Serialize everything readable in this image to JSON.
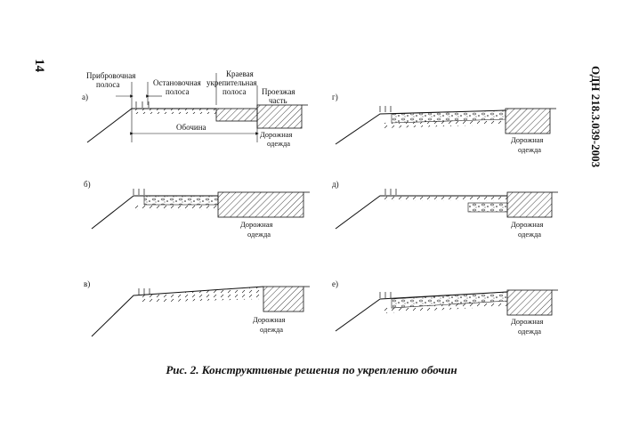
{
  "page_number": "14",
  "document_code": "ОДН 218.3.039-2003",
  "caption": "Рис. 2. Конструктивные решения по укреплению обочин",
  "top_labels": {
    "approach_strip": [
      "Прибровочная",
      "полоса"
    ],
    "stopping_lane": [
      "Остановочная",
      "полоса"
    ],
    "edge_strip": [
      "Краевая",
      "укрепительная",
      "полоса"
    ],
    "carriageway": [
      "Проезжая",
      "часть"
    ],
    "shoulder": "Обочина"
  },
  "road_pavement_label": [
    "Дорожная",
    "одежда"
  ],
  "panels": [
    {
      "id": "a",
      "label": "а)"
    },
    {
      "id": "b",
      "label": "б)"
    },
    {
      "id": "v",
      "label": "в)"
    },
    {
      "id": "g",
      "label": "г)"
    },
    {
      "id": "d",
      "label": "д)"
    },
    {
      "id": "e",
      "label": "е)"
    }
  ]
}
